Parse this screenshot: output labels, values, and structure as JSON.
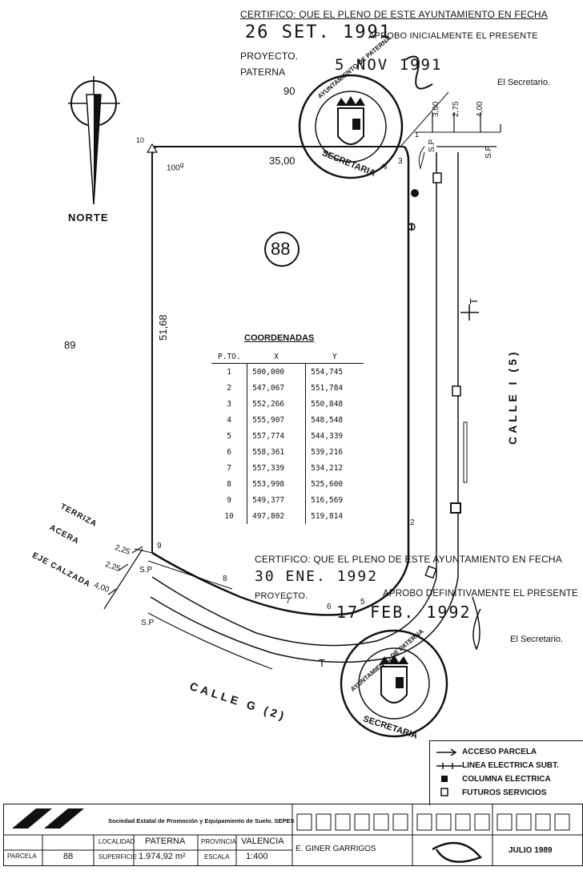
{
  "certificate_top": {
    "line1": "CERTIFICO: QUE EL PLENO DE ESTE AYUNTAMIENTO EN FECHA",
    "date_stamp": "26 SET. 1991",
    "line2": "APROBO INICIALMENTE EL PRESENTE",
    "line3": "PROYECTO.",
    "line4": "PATERNA",
    "date_stamp2": "5 NOV 1991",
    "secretary": "El Secretario."
  },
  "certificate_bottom": {
    "line1": "CERTIFICO: QUE EL PLENO DE ESTE AYUNTAMIENTO EN FECHA",
    "date_stamp": "30 ENE. 1992",
    "line2": "APROBO DEFINITIVAMENTE EL PRESENTE",
    "line3": "PROYECTO.",
    "date_stamp2": "17 FEB. 1992",
    "secretary": "El Secretario."
  },
  "seal_text": {
    "ring": "AYUNTAMIENTO DE PATERNA",
    "bottom": "SECRETARIA"
  },
  "north_label": "NORTE",
  "parcel": {
    "number": "88",
    "neighbor_left": "89",
    "neighbor_top": "90",
    "top_length": "35,00",
    "left_length": "51,68",
    "angle": "100",
    "angle_sup": "g",
    "point_10": "10",
    "point_1": "1",
    "point_2": "2",
    "point_3": "3",
    "point_5": "5",
    "point_6": "6",
    "point_7": "7",
    "point_8": "8",
    "point_9": "9",
    "point_9b": "9",
    "sp": "S.P",
    "sp2": "S.P",
    "sp3": "S.P",
    "sp4": "S.P",
    "t1": "T",
    "t2": "T"
  },
  "dims_right": [
    "3,00",
    "2,75",
    "4,00"
  ],
  "dims_left": [
    "2,25",
    "2,25",
    "4,00"
  ],
  "section_labels": [
    "TERRIZA",
    "ACERA",
    "EJE CALZADA"
  ],
  "streets": {
    "right": "CALLE I (5)",
    "bottom": "CALLE G (2)"
  },
  "coordinates": {
    "title": "COORDENADAS",
    "headers": [
      "P.TO.",
      "X",
      "Y"
    ],
    "rows": [
      [
        "1",
        "500,000",
        "554,745"
      ],
      [
        "2",
        "547,067",
        "551,784"
      ],
      [
        "3",
        "552,266",
        "550,848"
      ],
      [
        "4",
        "555,907",
        "548,548"
      ],
      [
        "5",
        "557,774",
        "544,339"
      ],
      [
        "6",
        "558,361",
        "539,216"
      ],
      [
        "7",
        "557,339",
        "534,212"
      ],
      [
        "8",
        "553,998",
        "525,600"
      ],
      [
        "9",
        "549,377",
        "516,569"
      ],
      [
        "10",
        "497,802",
        "519,814"
      ]
    ]
  },
  "legend": {
    "items": [
      "ACCESO PARCELA",
      "LINEA ELECTRICA SUBT.",
      "COLUMNA ELECTRICA",
      "FUTUROS SERVICIOS"
    ]
  },
  "title_block": {
    "company": "Sociedad Estatal de Promoción y Equipamiento de Suelo. SEPES",
    "parcela_label": "PARCELA",
    "parcela_value": "88",
    "localidad_label": "LOCALIDAD",
    "localidad_value": "PATERNA",
    "provincia_label": "PROVINCIA",
    "provincia_value": "VALENCIA",
    "superficie_label": "SUPERFICIE",
    "superficie_value": "1.974,92 m²",
    "escala_label": "ESCALA",
    "escala_value": "1:400",
    "author": "E. GINER GARRIGOS",
    "date": "JULIO 1989"
  }
}
